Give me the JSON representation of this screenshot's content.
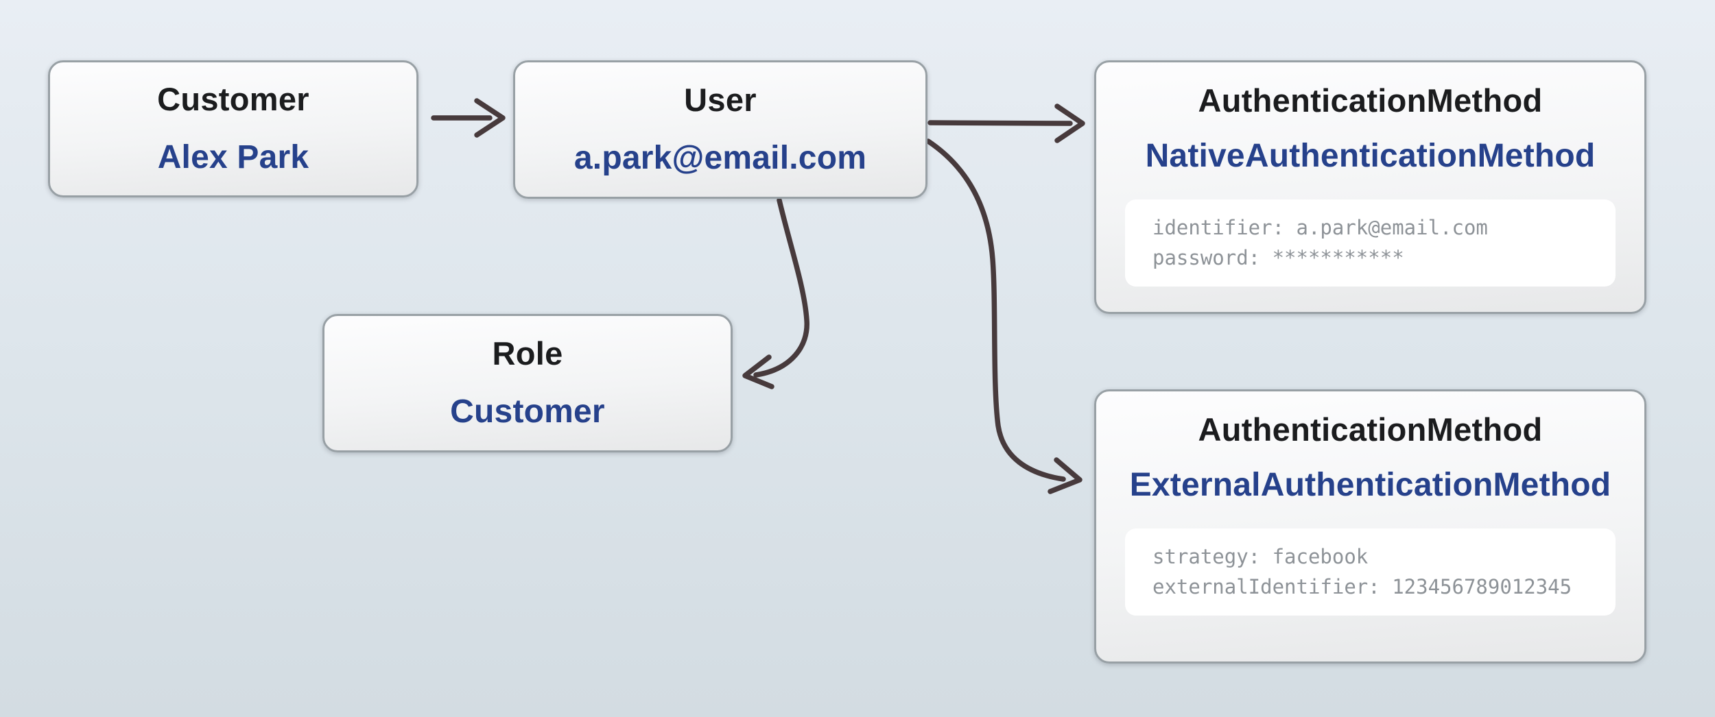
{
  "diagram": {
    "nodes": {
      "customer": {
        "title": "Customer",
        "value": "Alex Park"
      },
      "user": {
        "title": "User",
        "value": "a.park@email.com"
      },
      "role": {
        "title": "Role",
        "value": "Customer"
      },
      "native_auth": {
        "title": "AuthenticationMethod",
        "value": "NativeAuthenticationMethod",
        "attributes": [
          "identifier: a.park@email.com",
          "password: ***********"
        ]
      },
      "external_auth": {
        "title": "AuthenticationMethod",
        "value": "ExternalAuthenticationMethod",
        "attributes": [
          "strategy: facebook",
          "externalIdentifier: 123456789012345"
        ]
      }
    },
    "edges": [
      {
        "from": "customer",
        "to": "user"
      },
      {
        "from": "user",
        "to": "native_auth"
      },
      {
        "from": "user",
        "to": "external_auth"
      },
      {
        "from": "user",
        "to": "role"
      }
    ],
    "colors": {
      "background_top": "#e9eef4",
      "background_bottom": "#d3dce2",
      "node_border": "#98a0a5",
      "node_fill_top": "#fdfdfe",
      "node_fill_bottom": "#e7e8e9",
      "title_text": "#1b1c1e",
      "value_text": "#26418b",
      "attribute_text": "#8d9297",
      "attribute_panel": "#ffffff",
      "arrow": "#473a3c"
    }
  }
}
